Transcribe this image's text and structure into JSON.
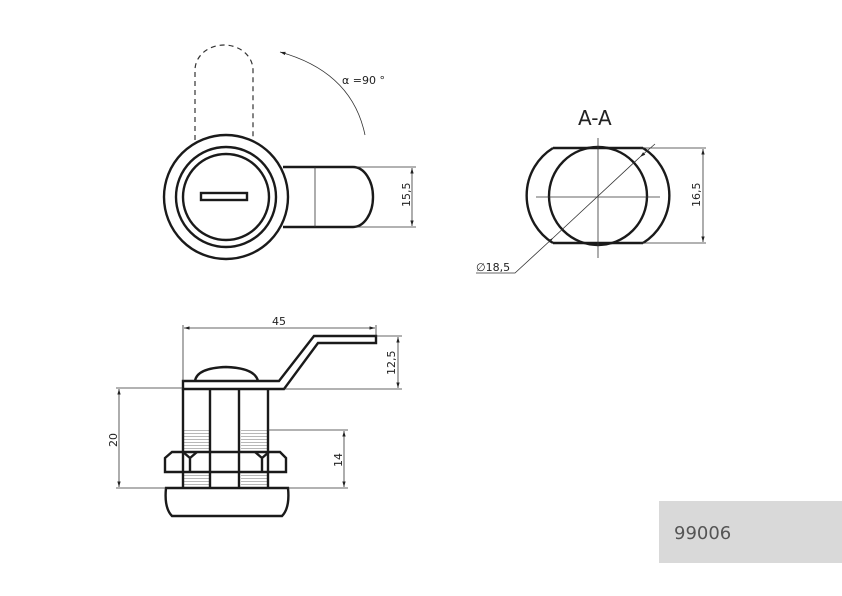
{
  "drawing": {
    "angle_label": "α =90 °",
    "top_view": {
      "cam_width": "15,5"
    },
    "section": {
      "title": "A-A",
      "height": "16,5",
      "diameter": "∅18,5"
    },
    "side_view": {
      "length": "45",
      "cam_offset": "12,5",
      "body_length": "20",
      "thread_length": "14"
    }
  },
  "part_number": "99006",
  "colors": {
    "label_bg": "#d9d9d9",
    "hatch_fill": "#e9e9e9"
  }
}
